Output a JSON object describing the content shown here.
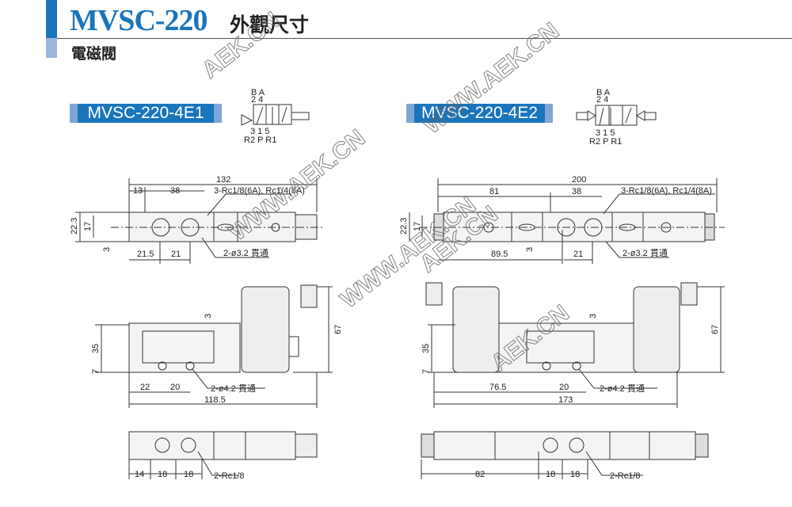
{
  "header": {
    "title": "MVSC-220",
    "title_suffix": "外觀尺寸",
    "subtitle": "電磁閥"
  },
  "watermarks": [
    "AEK.CN",
    "WWW.AEK.CN",
    "WWW.AEK.CN",
    "AEK.CN",
    "WWW.AEK.CN",
    "AEK.CN"
  ],
  "symbol": {
    "top_letters": "B  A",
    "top_numbers": "2  4",
    "bottom_numbers": "3 1 5",
    "bottom_letters": "R2 P R1"
  },
  "models": [
    {
      "name": "MVSC-220-4E1",
      "top_view": {
        "overall": "132",
        "d1": "13",
        "d2": "38",
        "ports": "3-Rc1/8(6A), Rc1/4(8A)",
        "h1": "22.3",
        "h2": "17",
        "h3": "3",
        "b1": "21.5",
        "b2": "21",
        "holes": "2-ø3.2 貫通"
      },
      "side_view": {
        "s1": "3",
        "height": "67",
        "h1": "35",
        "h2": "7",
        "b1": "22",
        "b2": "20",
        "holes": "2-ø4.2 貫通",
        "length": "118.5"
      },
      "bottom_view": {
        "b1": "14",
        "b2": "18",
        "b3": "18",
        "ports": "2-Rc1/8"
      }
    },
    {
      "name": "MVSC-220-4E2",
      "top_view": {
        "overall": "200",
        "d1": "81",
        "d2": "38",
        "ports": "3-Rc1/8(6A), Rc1/4(8A)",
        "h1": "22.3",
        "h2": "17",
        "h3": "3",
        "b1": "89.5",
        "b2": "21",
        "holes": "2-ø3.2 貫通"
      },
      "side_view": {
        "s1": "3",
        "height": "67",
        "h1": "35",
        "h2": "7",
        "b1": "76.5",
        "b2": "20",
        "holes": "2-ø4.2 貫通",
        "length": "173"
      },
      "bottom_view": {
        "b1": "82",
        "b2": "18",
        "b3": "18",
        "ports": "2-Rc1/8"
      }
    }
  ],
  "colors": {
    "brand": "#1a75bb",
    "brand_light": "#9bb7dc"
  }
}
